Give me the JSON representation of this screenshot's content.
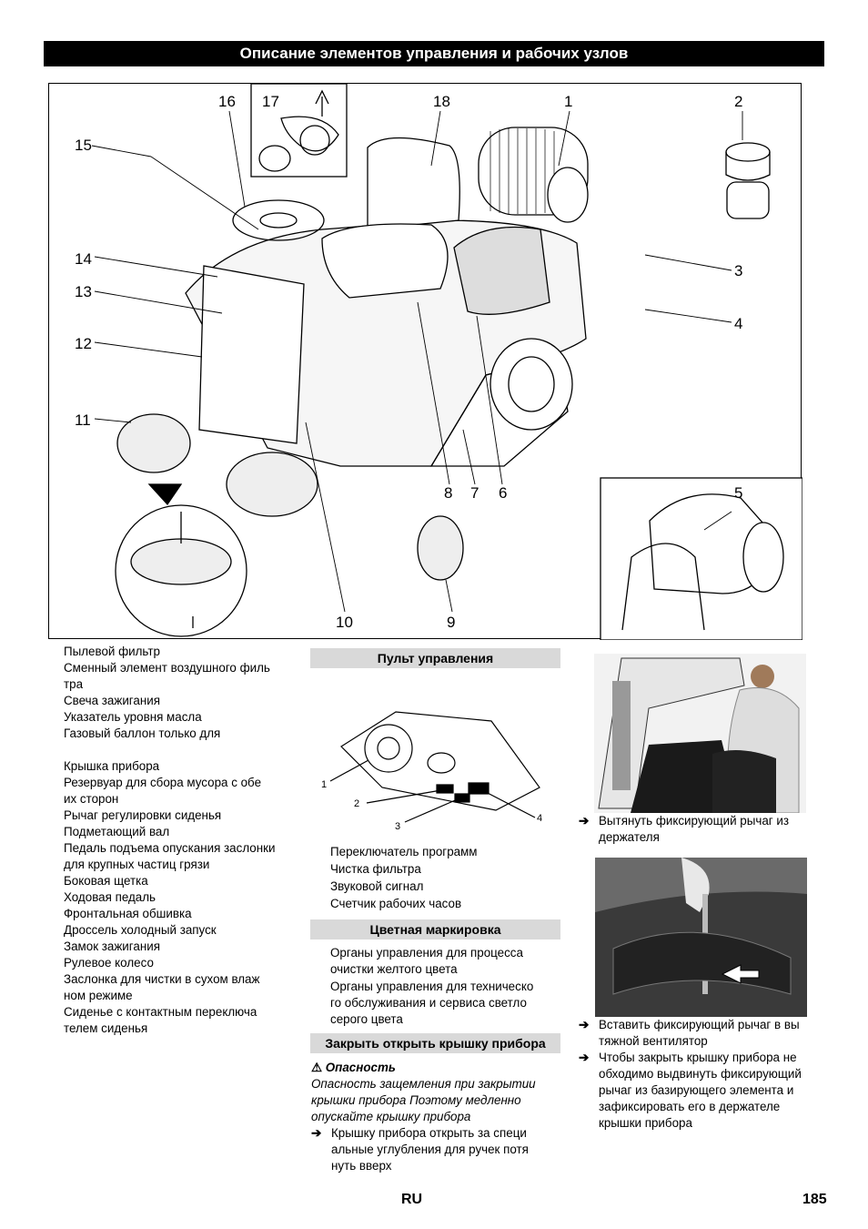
{
  "header": {
    "title": "Описание элементов управления и рабочих узлов"
  },
  "figure": {
    "callouts": [
      "16",
      "17",
      "18",
      "1",
      "2",
      "15",
      "14",
      "13",
      "12",
      "11",
      "3",
      "4",
      "5",
      "8",
      "7",
      "6",
      "10",
      "9"
    ]
  },
  "parts_list": [
    "Пылевой фильтр",
    "Сменный элемент воздушного филь",
    "тра",
    "Свеча зажигания",
    "Указатель уровня масла",
    "Газовый баллон  только для",
    "Крышка прибора",
    "Резервуар для сбора мусора  с обе",
    "их сторон",
    "Рычаг регулировки сиденья",
    "Подметающий вал",
    "Педаль подъема опускания заслонки",
    "для крупных частиц грязи",
    "Боковая щетка",
    "Ходовая педаль",
    "Фронтальная обшивка",
    "Дроссель  холодный запуск",
    "Замок зажигания",
    "Рулевое колесо",
    "Заслонка для чистки в сухом влаж",
    "ном режиме",
    "Сиденье  с контактным переключа",
    "телем сиденья"
  ],
  "control_panel": {
    "heading": "Пульт управления",
    "callouts": [
      "1",
      "2",
      "3",
      "4"
    ],
    "items": [
      "Переключатель программ",
      "Чистка фильтра",
      "Звуковой сигнал",
      "Счетчик рабочих часов"
    ]
  },
  "color_marking": {
    "heading": "Цветная маркировка",
    "items": [
      "Органы управления для процесса",
      "очистки желтого цвета",
      "Органы управления для техническо",
      "го обслуживания и сервиса светло",
      "серого цвета"
    ]
  },
  "cover": {
    "heading": "Закрыть открыть крышку прибора",
    "danger_title": "Опасность",
    "danger_text": [
      "Опасность защемления при закрытии",
      "крышки прибора  Поэтому медленно",
      "опускайте крышку прибора"
    ],
    "step_lines": [
      "Крышку прибора открыть за специ",
      "альные углубления для ручек  потя",
      "нуть вверх"
    ]
  },
  "right_steps": {
    "step1": [
      "Вытянуть фиксирующий рычаг из",
      "держателя"
    ],
    "step2": [
      "Вставить фиксирующий рычаг в вы",
      "тяжной вентилятор"
    ],
    "step3": [
      "Чтобы закрыть крышку прибора не",
      "обходимо выдвинуть фиксирующий",
      "рычаг из базирующего элемента и",
      "зафиксировать его в держателе",
      "крышки прибора"
    ]
  },
  "footer": {
    "lang": "RU",
    "page": "185"
  },
  "icons": {
    "arrow": "right-arrow-icon",
    "warning": "warning-triangle-icon"
  }
}
